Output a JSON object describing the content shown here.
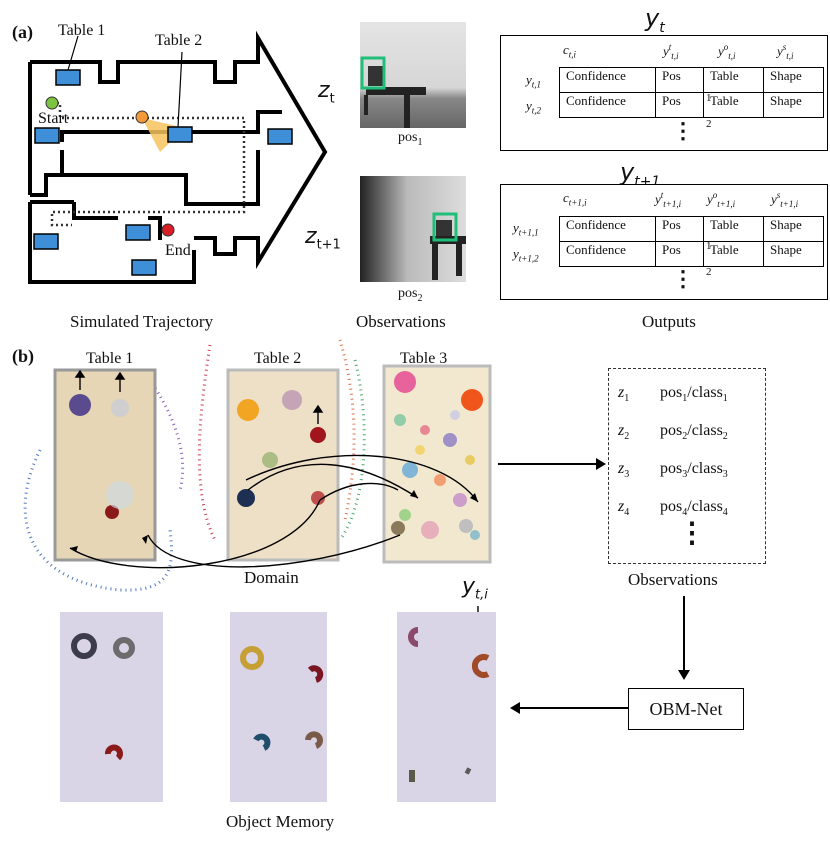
{
  "panel_a": {
    "label": "(a)",
    "map": {
      "table1_label": "Table 1",
      "table2_label": "Table 2",
      "start_label": "Start",
      "end_label": "End",
      "caption": "Simulated Trajectory"
    },
    "observations": {
      "z_t": "z",
      "z_t_sub": "t",
      "z_t1": "z",
      "z_t1_sub": "t+1",
      "pos1": "pos",
      "pos1_sub": "1",
      "pos2": "pos",
      "pos2_sub": "2",
      "caption": "Observations"
    },
    "outputs": {
      "y_t_title": "y",
      "y_t_title_sub": "t",
      "y_t1_title": "y",
      "y_t1_title_sub": "t+1",
      "caption": "Outputs",
      "table1": {
        "headers": [
          "c",
          "y",
          "y",
          "y"
        ],
        "header_subs": [
          "t,i",
          "t,i",
          "t,i",
          "t,i"
        ],
        "header_sups": [
          "",
          "t",
          "o",
          "s"
        ],
        "rows": [
          {
            "label": "y",
            "label_sub": "t,1",
            "cells": [
              "Confidence",
              "Pos",
              "Table",
              "Shape"
            ],
            "note": "1"
          },
          {
            "label": "y",
            "label_sub": "t,2",
            "cells": [
              "Confidence",
              "Pos",
              "Table",
              "Shape"
            ],
            "note": "2"
          }
        ],
        "ellipsis": "⋮"
      },
      "table2": {
        "headers": [
          "c",
          "y",
          "y",
          "y"
        ],
        "header_subs": [
          "t+1,i",
          "t+1,i",
          "t+1,i",
          "t+1,i"
        ],
        "header_sups": [
          "",
          "t",
          "o",
          "s"
        ],
        "rows": [
          {
            "label": "y",
            "label_sub": "t+1,1",
            "cells": [
              "Confidence",
              "Pos",
              "Table",
              "Shape"
            ],
            "note": "1"
          },
          {
            "label": "y",
            "label_sub": "t+1,2",
            "cells": [
              "Confidence",
              "Pos",
              "Table",
              "Shape"
            ],
            "note": "2"
          }
        ],
        "ellipsis": "⋮"
      }
    }
  },
  "panel_b": {
    "label": "(b)",
    "tables": [
      "Table 1",
      "Table 2",
      "Table 3"
    ],
    "domain_caption": "Domain",
    "observations_caption": "Observations",
    "obs_list": [
      {
        "z": "z",
        "z_sub": "1",
        "pos": "pos",
        "pos_sub": "1",
        "cls": "class",
        "cls_sub": "1"
      },
      {
        "z": "z",
        "z_sub": "2",
        "pos": "pos",
        "pos_sub": "2",
        "cls": "class",
        "cls_sub": "2"
      },
      {
        "z": "z",
        "z_sub": "3",
        "pos": "pos",
        "pos_sub": "3",
        "cls": "class",
        "cls_sub": "3"
      },
      {
        "z": "z",
        "z_sub": "4",
        "pos": "pos",
        "pos_sub": "4",
        "cls": "class",
        "cls_sub": "4"
      }
    ],
    "obs_ellipsis": "⋮",
    "obm_net": "OBM-Net",
    "y_ti": "y",
    "y_ti_sub": "t,i",
    "memory_caption": "Object Memory"
  },
  "colors": {
    "table_blue": "#3f8fd8",
    "start_green": "#7cc442",
    "end_red": "#d81f26",
    "agent_orange": "#f29a3a",
    "fov_yellow": "#f7c35c",
    "obs_box_green": "#1fbf7a",
    "memory_bg": "#d9d4e6"
  }
}
